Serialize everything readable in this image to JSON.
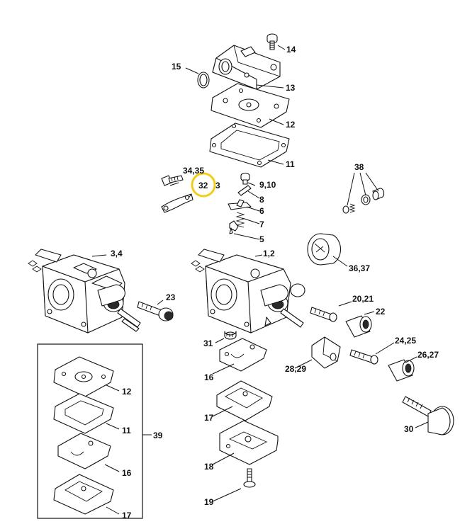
{
  "diagram": {
    "labels": {
      "p14": "14",
      "p15": "15",
      "p13": "13",
      "p12a": "12",
      "p11a": "11",
      "p38": "38",
      "p3435": "34,35",
      "p32": "32",
      "p33": "3",
      "p910": "9,10",
      "p8": "8",
      "p6": "6",
      "p7": "7",
      "p5": "5",
      "p3637": "36,37",
      "p34": "3,4",
      "p12": "1,2",
      "p2021": "20,21",
      "p22": "22",
      "p23": "23",
      "p31": "31",
      "p2425": "24,25",
      "p2627": "26,27",
      "p2829": "28,29",
      "p16a": "16",
      "p17a": "17",
      "p18": "18",
      "p19": "19",
      "p30": "30",
      "p12b": "12",
      "p11b": "11",
      "p16b": "16",
      "p17b": "17",
      "p39": "39"
    },
    "highlight": {
      "label": "32",
      "color": "#f2cc1a"
    },
    "colors": {
      "line": "#111111",
      "background": "#ffffff"
    }
  }
}
